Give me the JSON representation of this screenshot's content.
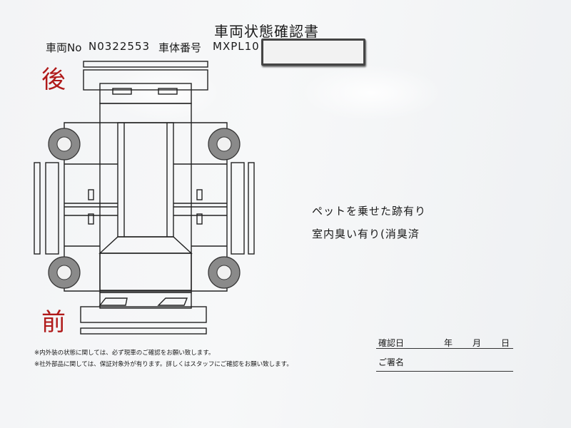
{
  "title": "車両状態確認書",
  "header": {
    "vehicle_no_label": "車両No",
    "vehicle_no": "N0322553",
    "chassis_label": "車体番号",
    "chassis_no": "MXPL10"
  },
  "diagram": {
    "rear_label": "後",
    "front_label": "前"
  },
  "remarks": [
    "ペットを乗せた跡有り",
    "室内臭い有り(消臭済"
  ],
  "notes": [
    "※内外装の状態に関しては、必ず現車のご確認をお願い致します。",
    "※社外部品に関しては、保証対象外が有ります。詳しくはスタッフにご確認をお願い致します。"
  ],
  "confirmation": {
    "date_label": "確認日",
    "year": "年",
    "month": "月",
    "day": "日",
    "signature_label": "ご署名"
  },
  "colors": {
    "red_label": "#b01a1a",
    "ink": "#1a1a1a",
    "tire": "#888888"
  }
}
